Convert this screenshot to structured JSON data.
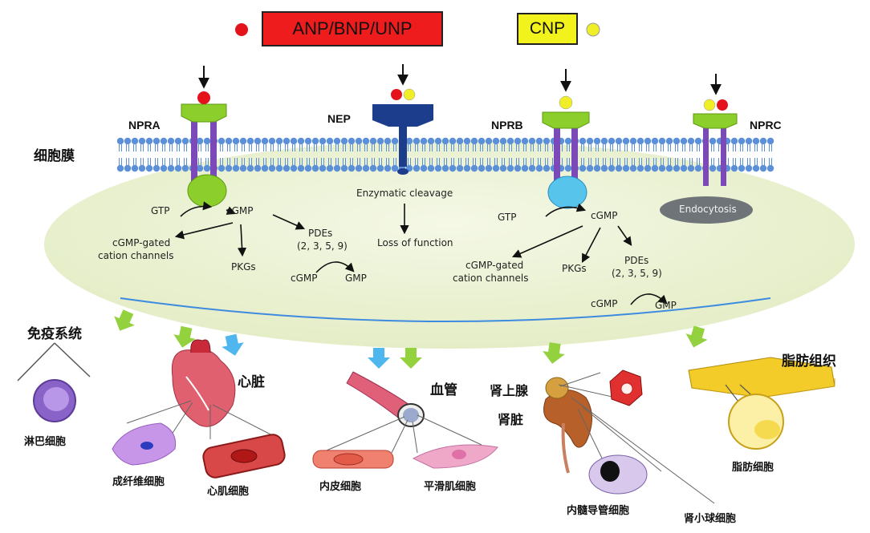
{
  "legend": {
    "ligand_group_label": "ANP/BNP/UNP",
    "cnp_label": "CNP",
    "ligand_colors": {
      "anp_bnp_unp": "#e3121b",
      "cnp": "#f0ee26"
    }
  },
  "membrane": {
    "label": "细胞膜",
    "colors": {
      "bilayer_head": "#5b8fd8",
      "cytoplasm": "#eef3d9",
      "divider": "#3d8be0"
    }
  },
  "receptors": {
    "npra": {
      "label": "NPRA",
      "color": "#8ccf2c"
    },
    "nep": {
      "label": "NEP",
      "color": "#1c3c8c"
    },
    "nprb": {
      "label": "NPRB",
      "color": "#57c4ec"
    },
    "nprc": {
      "label": "NPRC",
      "color": "#8ccf2c"
    }
  },
  "pathway_left": {
    "gtp": "GTP",
    "cgmp": "cGMP",
    "channels_line1": "cGMP-gated",
    "channels_line2": "cation channels",
    "pkgs": "PKGs",
    "pdes_line1": "PDEs",
    "pdes_line2": "(2, 3, 5, 9)",
    "cgmp_sub": "cGMP",
    "gmp": "GMP"
  },
  "pathway_nep": {
    "cleavage": "Enzymatic cleavage",
    "loss": "Loss of function"
  },
  "pathway_right": {
    "gtp": "GTP",
    "cgmp": "cGMP",
    "channels_line1": "cGMP-gated",
    "channels_line2": "cation channels",
    "pkgs": "PKGs",
    "pdes_line1": "PDEs",
    "pdes_line2": "(2, 3, 5, 9)",
    "cgmp_sub": "cGMP",
    "gmp": "GMP"
  },
  "endocytosis": "Endocytosis",
  "tissues": {
    "immune": "免疫系统",
    "lymphocyte": "淋巴细胞",
    "heart": "心脏",
    "fibroblast": "成纤维细胞",
    "cardiomyocyte": "心肌细胞",
    "vessel": "血管",
    "endothelial": "内皮细胞",
    "smooth_muscle": "平滑肌细胞",
    "adrenal": "肾上腺",
    "kidney": "肾脏",
    "medullary_duct": "内髓导管细胞",
    "glomerular": "肾小球细胞",
    "adipose": "脂肪组织",
    "adipocyte": "脂肪细胞"
  },
  "arrow_colors": {
    "green": "#93d13e",
    "blue": "#4fb7ee"
  }
}
